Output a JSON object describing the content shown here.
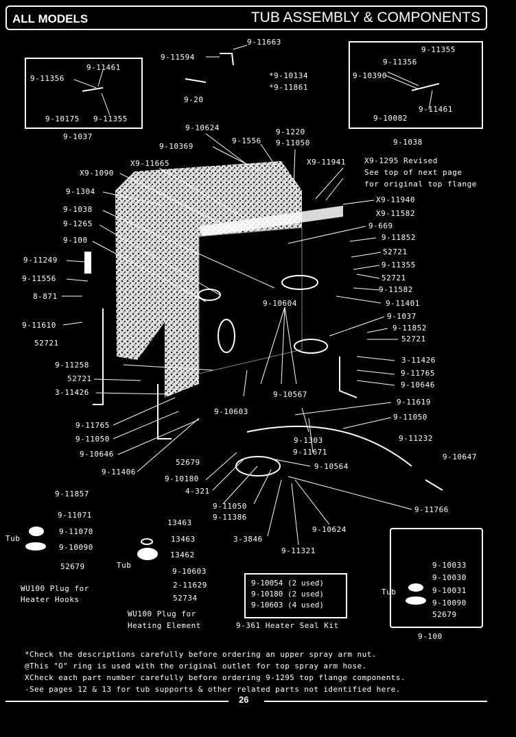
{
  "header": {
    "left": "ALL MODELS",
    "right": "TUB ASSEMBLY & COMPONENTS"
  },
  "page_number": "26",
  "boxes": {
    "left_kit": "9-1037",
    "right_kit": "9-1038",
    "bottom_right_kit": "9-100"
  },
  "labels": {
    "l1": "9-11663",
    "l2": "9-11594",
    "l3": "*9-10134",
    "l4": "*9-11861",
    "l5": "9-20",
    "l6": "9-11461",
    "l7": "9-11356",
    "l8": "9-10175",
    "l9": "9-11355",
    "l10": "9-11355",
    "l11": "9-11356",
    "l12": "9-10390",
    "l13": "9-11461",
    "l14": "9-10082",
    "l15": "9-10624",
    "l16": "9-10369",
    "l17": "9-1556",
    "l18": "9-1220",
    "l19": "9-11050",
    "l20": "X9-11665",
    "l21": "X9-1090",
    "l22": "X9-11941",
    "l23": "X9-1295 Revised",
    "l24": "See top of next page",
    "l25": "for original top flange",
    "l26": "9-1304",
    "l27": "X9-11940",
    "l28": "9-1038",
    "l29": "X9-11582",
    "l30": "9-1265",
    "l31": "9-669",
    "l32": "9-100",
    "l33": "9-11852",
    "l34": "52721",
    "l35": "9-11249",
    "l36": "9-11355",
    "l37": "9-11556",
    "l38": "52721",
    "l39": "8-871",
    "l40": "9-11582",
    "l41": "9-11401",
    "l42": "9-10604",
    "l43": "9-11610",
    "l44": "9-1037",
    "l45": "9-11852",
    "l46": "52721",
    "l47": "52721",
    "l48": "9-11258",
    "l49": "3-11426",
    "l50": "52721",
    "l51": "9-11765",
    "l52": "3-11426",
    "l53": "9-10646",
    "l54": "9-10567",
    "l55": "9-11619",
    "l56": "9-10603",
    "l57": "9-11765",
    "l58": "9-11050",
    "l59": "9-11050",
    "l60": "9-1303",
    "l61": "9-11232",
    "l62": "9-10646",
    "l63": "9-11671",
    "l64": "9-10647",
    "l65": "52679",
    "l66": "9-10564",
    "l67": "9-11406",
    "l68": "9-10180",
    "l69": "4-321",
    "l70": "9-11857",
    "l71": "9-11050",
    "l72": "9-11386",
    "l73": "9-11766",
    "l74": "9-11071",
    "l75": "13463",
    "l76": "9-11070",
    "l77": "13463",
    "l78": "3-3846",
    "l79": "9-10624",
    "l80": "Tub",
    "l81": "9-10090",
    "l82": "13462",
    "l83": "9-11321",
    "l84": "Tub",
    "l85": "9-10603",
    "l86": "52679",
    "l87": "2-11629",
    "l88": "52734",
    "l89": "9-10033",
    "l90": "9-10030",
    "l91": "Tub",
    "l92": "9-10031",
    "l93": "9-10090",
    "l94": "52679"
  },
  "plug_hooks": [
    "WU100 Plug for",
    "Heater Hooks"
  ],
  "plug_element": [
    "WU100 Plug for",
    "Heating Element"
  ],
  "kit": {
    "lines": [
      "9-10054 (2 used)",
      "9-10180 (2 used)",
      "9-10603 (4 used)"
    ],
    "caption": "9-361 Heater Seal Kit"
  },
  "notes": [
    "*Check the descriptions carefully before ordering an upper spray arm nut.",
    "@This \"O\" ring is used with the original outlet for top spray arm hose.",
    "XCheck each part number carefully before ordering 9-1295 top flange components.",
    "-See pages 12 & 13 for tub supports & other related parts not identified here."
  ]
}
